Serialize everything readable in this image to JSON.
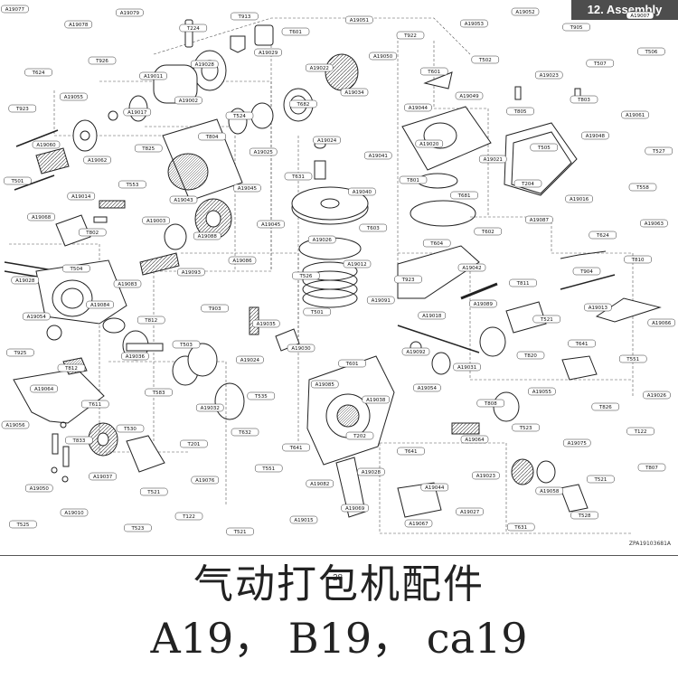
{
  "header": {
    "section_title": "12. Assembly"
  },
  "footer": {
    "page_number": "28",
    "drawing_code": "ZPA19103681A",
    "caption_cn": "气动打包机配件",
    "caption_model": "A19， B19， ca19"
  },
  "diagram": {
    "parts": [
      {
        "ref": "A19077"
      },
      {
        "ref": "A19078"
      },
      {
        "ref": "A19079"
      },
      {
        "ref": "T224"
      },
      {
        "ref": "T913"
      },
      {
        "ref": "T601"
      },
      {
        "ref": "A19051"
      },
      {
        "ref": "T922"
      },
      {
        "ref": "A19053"
      },
      {
        "ref": "A19052"
      },
      {
        "ref": "T905"
      },
      {
        "ref": "A19007"
      },
      {
        "ref": "T624"
      },
      {
        "ref": "T926"
      },
      {
        "ref": "A19011"
      },
      {
        "ref": "A19028"
      },
      {
        "ref": "A19029"
      },
      {
        "ref": "A19022"
      },
      {
        "ref": "A19050"
      },
      {
        "ref": "T601"
      },
      {
        "ref": "T502"
      },
      {
        "ref": "A19023"
      },
      {
        "ref": "T507"
      },
      {
        "ref": "T506"
      },
      {
        "ref": "T923"
      },
      {
        "ref": "A19055"
      },
      {
        "ref": "A19017"
      },
      {
        "ref": "A19002"
      },
      {
        "ref": "T524"
      },
      {
        "ref": "T682"
      },
      {
        "ref": "A19034"
      },
      {
        "ref": "A19044"
      },
      {
        "ref": "A19049"
      },
      {
        "ref": "T805"
      },
      {
        "ref": "T803"
      },
      {
        "ref": "A19061"
      },
      {
        "ref": "A19060"
      },
      {
        "ref": "A19062"
      },
      {
        "ref": "T825"
      },
      {
        "ref": "T804"
      },
      {
        "ref": "A19025"
      },
      {
        "ref": "A19024"
      },
      {
        "ref": "A19041"
      },
      {
        "ref": "A19020"
      },
      {
        "ref": "A19021"
      },
      {
        "ref": "T505"
      },
      {
        "ref": "A19048"
      },
      {
        "ref": "T527"
      },
      {
        "ref": "T501"
      },
      {
        "ref": "A19014"
      },
      {
        "ref": "T553"
      },
      {
        "ref": "A19043"
      },
      {
        "ref": "A19045"
      },
      {
        "ref": "T631"
      },
      {
        "ref": "A19040"
      },
      {
        "ref": "T801"
      },
      {
        "ref": "T681"
      },
      {
        "ref": "T204"
      },
      {
        "ref": "A19016"
      },
      {
        "ref": "T558"
      },
      {
        "ref": "A19068"
      },
      {
        "ref": "T802"
      },
      {
        "ref": "A19003"
      },
      {
        "ref": "A19088"
      },
      {
        "ref": "A19045"
      },
      {
        "ref": "A19026"
      },
      {
        "ref": "T603"
      },
      {
        "ref": "T604"
      },
      {
        "ref": "T602"
      },
      {
        "ref": "A19087"
      },
      {
        "ref": "T624"
      },
      {
        "ref": "A19063"
      },
      {
        "ref": "A19028"
      },
      {
        "ref": "T504"
      },
      {
        "ref": "A19083"
      },
      {
        "ref": "A19093"
      },
      {
        "ref": "A19086"
      },
      {
        "ref": "T526"
      },
      {
        "ref": "A19012"
      },
      {
        "ref": "T923"
      },
      {
        "ref": "A19042"
      },
      {
        "ref": "T811"
      },
      {
        "ref": "T904"
      },
      {
        "ref": "T810"
      },
      {
        "ref": "A19054"
      },
      {
        "ref": "A19084"
      },
      {
        "ref": "T812"
      },
      {
        "ref": "T903"
      },
      {
        "ref": "A19035"
      },
      {
        "ref": "T501"
      },
      {
        "ref": "A19091"
      },
      {
        "ref": "A19018"
      },
      {
        "ref": "A19089"
      },
      {
        "ref": "T521"
      },
      {
        "ref": "A19013"
      },
      {
        "ref": "A19066"
      },
      {
        "ref": "T925"
      },
      {
        "ref": "T812"
      },
      {
        "ref": "A19036"
      },
      {
        "ref": "T503"
      },
      {
        "ref": "A19024"
      },
      {
        "ref": "A19030"
      },
      {
        "ref": "T601"
      },
      {
        "ref": "A19092"
      },
      {
        "ref": "A19031"
      },
      {
        "ref": "T820"
      },
      {
        "ref": "T641"
      },
      {
        "ref": "T551"
      },
      {
        "ref": "A19064"
      },
      {
        "ref": "T611"
      },
      {
        "ref": "T583"
      },
      {
        "ref": "A19032"
      },
      {
        "ref": "T535"
      },
      {
        "ref": "A19085"
      },
      {
        "ref": "A19038"
      },
      {
        "ref": "A19054"
      },
      {
        "ref": "T808"
      },
      {
        "ref": "A19055"
      },
      {
        "ref": "T826"
      },
      {
        "ref": "A19026"
      },
      {
        "ref": "A19056"
      },
      {
        "ref": "T833"
      },
      {
        "ref": "T530"
      },
      {
        "ref": "T201"
      },
      {
        "ref": "T632"
      },
      {
        "ref": "T641"
      },
      {
        "ref": "T202"
      },
      {
        "ref": "T641"
      },
      {
        "ref": "A19064"
      },
      {
        "ref": "T523"
      },
      {
        "ref": "A19075"
      },
      {
        "ref": "T122"
      },
      {
        "ref": "A19050"
      },
      {
        "ref": "A19037"
      },
      {
        "ref": "T521"
      },
      {
        "ref": "A19076"
      },
      {
        "ref": "T551"
      },
      {
        "ref": "A19082"
      },
      {
        "ref": "A19028"
      },
      {
        "ref": "A19044"
      },
      {
        "ref": "A19023"
      },
      {
        "ref": "A19058"
      },
      {
        "ref": "T521"
      },
      {
        "ref": "T807"
      },
      {
        "ref": "T525"
      },
      {
        "ref": "A19010"
      },
      {
        "ref": "T523"
      },
      {
        "ref": "T122"
      },
      {
        "ref": "T521"
      },
      {
        "ref": "A19015"
      },
      {
        "ref": "A19069"
      },
      {
        "ref": "A19067"
      },
      {
        "ref": "A19027"
      },
      {
        "ref": "T631"
      },
      {
        "ref": "T528"
      }
    ]
  }
}
